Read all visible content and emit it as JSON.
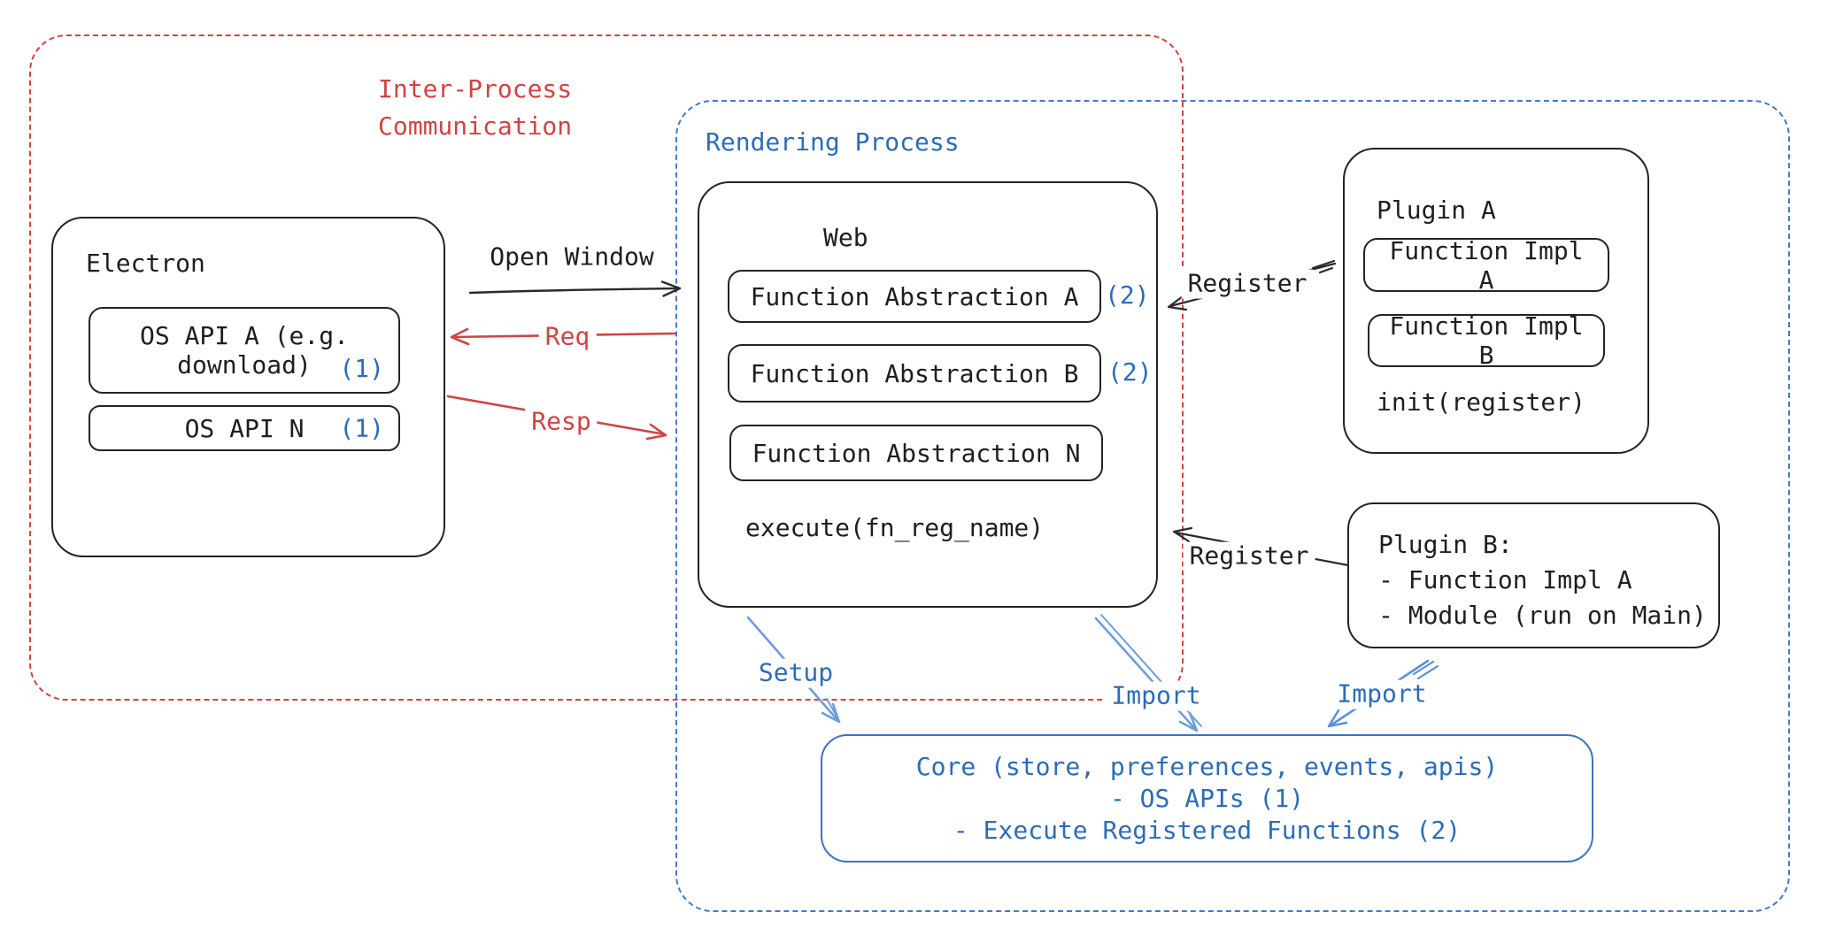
{
  "regions": {
    "ipc": {
      "label_line1": "Inter-Process",
      "label_line2": "Communication"
    },
    "rendering": {
      "label": "Rendering Process"
    }
  },
  "nodes": {
    "electron": {
      "title": "Electron",
      "apis": [
        {
          "label": "OS API A (e.g. download)",
          "annotation": "(1)"
        },
        {
          "label": "OS API N",
          "annotation": "(1)"
        }
      ]
    },
    "web": {
      "title": "Web",
      "abstractions": [
        {
          "label": "Function Abstraction A",
          "annotation": "(2)"
        },
        {
          "label": "Function Abstraction B",
          "annotation": "(2)"
        },
        {
          "label": "Function Abstraction N",
          "annotation": ""
        }
      ],
      "method": "execute(fn_reg_name)"
    },
    "plugin_a": {
      "title": "Plugin A",
      "impls": [
        {
          "label": "Function Impl A"
        },
        {
          "label": "Function Impl B"
        }
      ],
      "method": "init(register)"
    },
    "plugin_b": {
      "title": "Plugin B:",
      "items": [
        {
          "label": "- Function Impl A"
        },
        {
          "label": "- Module (run on Main)"
        }
      ]
    },
    "core": {
      "line1": "Core (store, preferences, events, apis)",
      "line2": "- OS APIs (1)",
      "line3": "- Execute Registered Functions (2)"
    }
  },
  "arrows": {
    "open_window": {
      "label": "Open Window"
    },
    "req": {
      "label": "Req"
    },
    "resp": {
      "label": "Resp"
    },
    "register_top": {
      "label": "Register"
    },
    "register_bottom": {
      "label": "Register"
    },
    "setup": {
      "label": "Setup"
    },
    "import_mid": {
      "label": "Import"
    },
    "import_right": {
      "label": "Import"
    }
  },
  "colors": {
    "red": "#d14343",
    "blue": "#2b6cb8",
    "arrow_light_blue": "#6f9dd9",
    "ink": "#1e1e1e"
  }
}
